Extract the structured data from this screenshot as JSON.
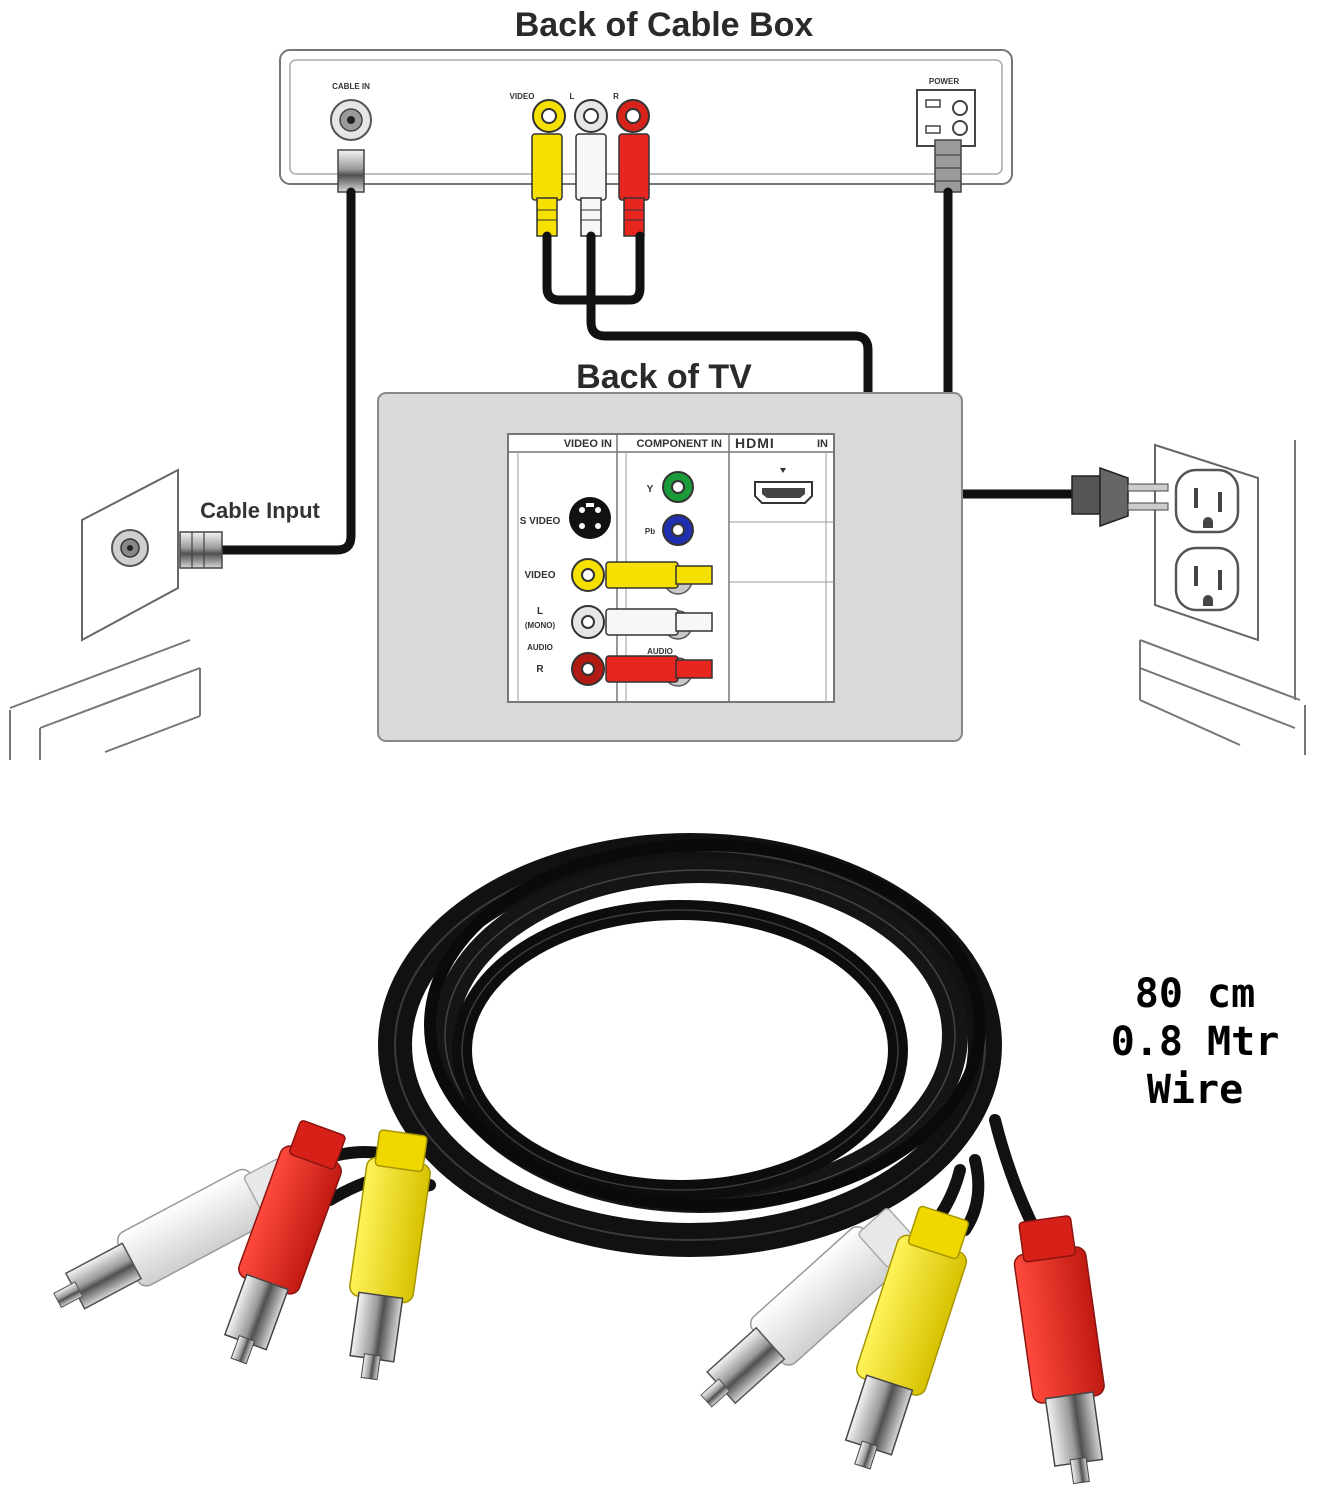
{
  "diagram": {
    "cable_box_title": "Back of Cable Box",
    "tv_title": "Back of TV",
    "cable_input_label": "Cable Input",
    "cable_box_ports": {
      "cable_in": "CABLE IN",
      "video": "VIDEO",
      "left": "L",
      "right": "R",
      "power": "POWER"
    },
    "tv_panel": {
      "video_in": "VIDEO IN",
      "component_in": "COMPONENT IN",
      "hdmi": "HDMI",
      "hdmi_in": "IN",
      "s_video": "S VIDEO",
      "video": "VIDEO",
      "audio_l": "L",
      "mono": "(MONO)",
      "audio": "AUDIO",
      "audio_r": "R",
      "y": "Y",
      "pb": "Pb",
      "component_audio": "AUDIO"
    }
  },
  "product": {
    "spec_lines": [
      "80 cm",
      "0.8 Mtr",
      "Wire"
    ]
  },
  "colors": {
    "yellow": "#f5e000",
    "red": "#e8251f",
    "white": "#f2f2f2",
    "cable": "#111111",
    "tv_panel_bg": "#d9d9d9"
  }
}
